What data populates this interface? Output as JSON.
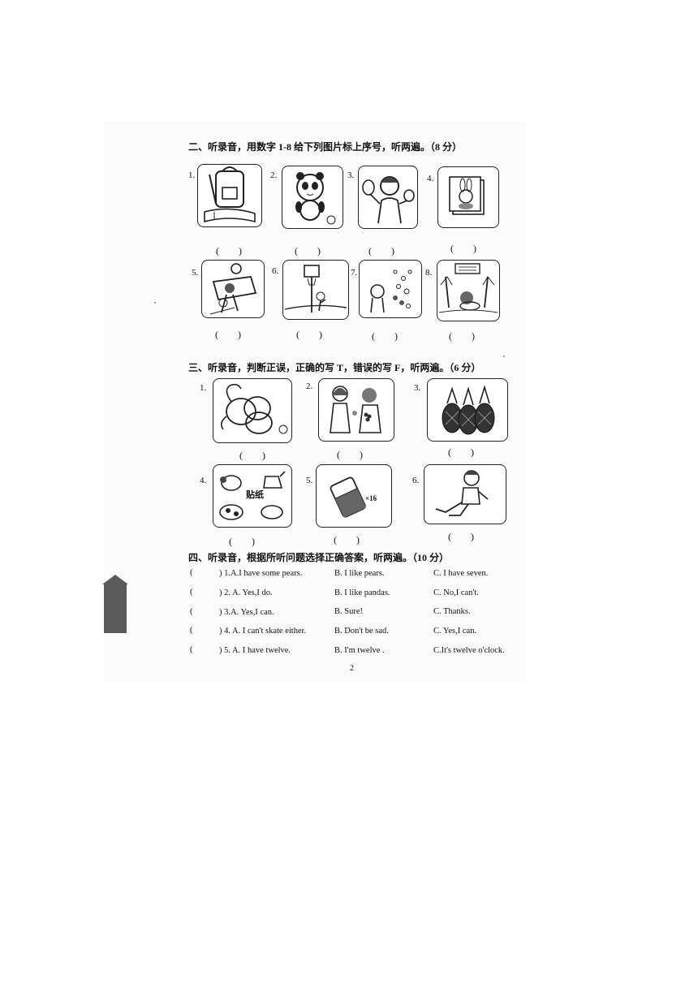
{
  "section2": {
    "title": "二、听录音，用数字 1-8 给下列图片标上序号，听两遍。（8 分）",
    "items": [
      {
        "num": "1.",
        "icon": "schoolbag-icon",
        "answer": "(　　)"
      },
      {
        "num": "2.",
        "icon": "panda-icon",
        "answer": "(　　)"
      },
      {
        "num": "3.",
        "icon": "boy-with-eggs-icon",
        "answer": "(　　)"
      },
      {
        "num": "4.",
        "icon": "rabbit-picture-icon",
        "answer": "(　　)"
      },
      {
        "num": "5.",
        "icon": "children-climbing-icon",
        "answer": "(　　)"
      },
      {
        "num": "6.",
        "icon": "basketball-hoop-icon",
        "answer": "(　　)"
      },
      {
        "num": "7.",
        "icon": "juggling-bubbles-icon",
        "answer": "(　　)"
      },
      {
        "num": "8.",
        "icon": "zoo-gate-icon",
        "answer": "(　　)"
      }
    ]
  },
  "section3": {
    "title": "三、听录音，判断正误，正确的写 T，错误的写 F，听两遍。（6 分）",
    "items": [
      {
        "num": "1.",
        "icon": "elephants-icon",
        "answer": "(　　)"
      },
      {
        "num": "2.",
        "icon": "girls-with-grapes-icon",
        "answer": "(　　)"
      },
      {
        "num": "3.",
        "icon": "pineapples-icon",
        "answer": "(　　)"
      },
      {
        "num": "4.",
        "icon": "animal-stickers-icon",
        "answer": "(　　)",
        "label": "贴纸"
      },
      {
        "num": "5.",
        "icon": "eraser-icon",
        "answer": "(　　)",
        "label": "×16"
      },
      {
        "num": "6.",
        "icon": "boy-sitting-icon",
        "answer": "(　　)"
      }
    ]
  },
  "section4": {
    "title": "四、听录音，根据所听问题选择正确答案，听两遍。（10 分）",
    "questions": [
      {
        "bracket": "(",
        "stem": ") 1.A.I have some pears.",
        "b": "B. I like pears.",
        "c": "C. I have seven."
      },
      {
        "bracket": "(",
        "stem": ") 2. A. Yes,I do.",
        "b": "B. I like pandas.",
        "c": "C. No,I can't."
      },
      {
        "bracket": "(",
        "stem": ") 3.A. Yes,I can.",
        "b": "B. Sure!",
        "c": "C. Thanks."
      },
      {
        "bracket": "(",
        "stem": ") 4. A. I can't skate either.",
        "b": "B. Don't be sad.",
        "c": "C. Yes,I can."
      },
      {
        "bracket": "(",
        "stem": ") 5. A. I have twelve.",
        "b": "B. I'm twelve .",
        "c": "C.It's twelve o'clock."
      }
    ]
  },
  "page_number": "2"
}
